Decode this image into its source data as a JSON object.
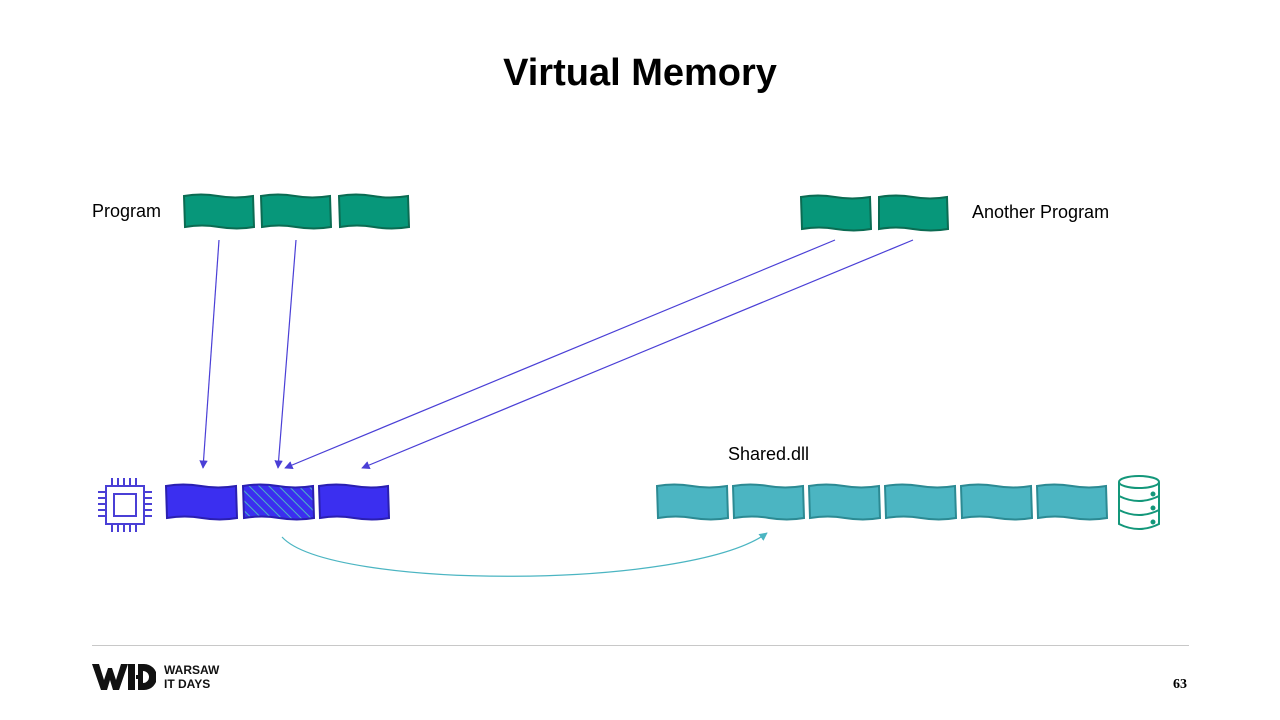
{
  "slide": {
    "title": "Virtual Memory",
    "page_number": "63"
  },
  "diagram": {
    "program_label": "Program",
    "another_program_label": "Another Program",
    "shared_dll_label": "Shared.dll",
    "program_pages": 3,
    "another_program_pages": 2,
    "physical_memory_pages": 3,
    "shared_dll_pages": 6,
    "colors": {
      "program_page": "#07977a",
      "program_page_border": "#0b6b52",
      "physical_page": "#3b2ff0",
      "physical_page_border": "#2a1fb0",
      "dll_page": "#4bb5c2",
      "dll_page_border": "#2c8a93",
      "mapping_arrow": "#4a3fd6",
      "swap_arrow": "#4bb5c2",
      "cpu_icon": "#4a3fd6",
      "disk_icon": "#13977a"
    },
    "icons": {
      "processor": "cpu-icon",
      "storage": "database-icon"
    }
  },
  "footer": {
    "brand_line1": "WARSAW",
    "brand_line2": "IT DAYS",
    "logo": "WITD"
  }
}
